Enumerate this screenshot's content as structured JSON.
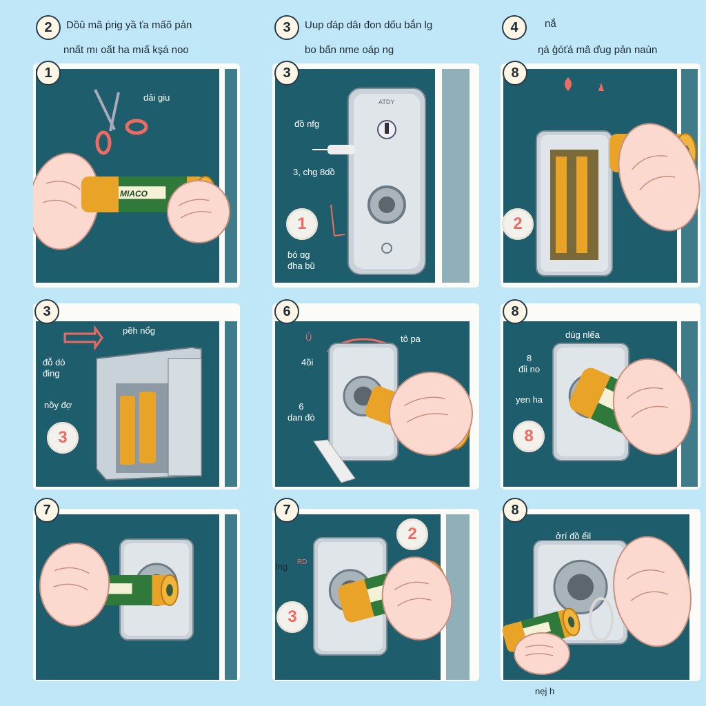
{
  "header": [
    {
      "num": "2",
      "line1": "Dồû mã ṗrig yầ ťa mấõ pản",
      "line2": "nnất mı oất ha mıấ kşá noo"
    },
    {
      "num": "3",
      "line1": "Uup ɗáp dâı đon dốu bắn lg",
      "line2": "bo bấn nme oáp ng"
    },
    {
      "num": "4",
      "line1": "nắ",
      "line2": "ŋá ģóťá mâ ďug pản naùn"
    }
  ],
  "panels": [
    {
      "badge": "1",
      "labels": [
        "dải giu"
      ],
      "brand": "MIACO"
    },
    {
      "badge": "3",
      "labels": [
        "đồ nfg",
        "3, chg 8dồ",
        "ɓó ɑg\nđha bũ"
      ],
      "circle": "1",
      "brand": "ATDY"
    },
    {
      "badge": "8",
      "labels": [],
      "circle": "2"
    },
    {
      "badge": "3",
      "labels": [
        "pềh nổg",
        "đỗ dò\nđing",
        "nồy đợ"
      ],
      "circle": "3"
    },
    {
      "badge": "6",
      "labels": [
        "tô pa",
        "Ủ",
        "4ồi",
        "6\ndan đò"
      ]
    },
    {
      "badge": "8",
      "labels": [
        "dúg nlếa",
        "8\nđỉi no",
        "yen ha"
      ],
      "circle": "8"
    },
    {
      "badge": "7",
      "labels": []
    },
    {
      "badge": "7",
      "labels": [
        "Ing",
        "RD"
      ],
      "circle": "3",
      "circle2": "2"
    },
    {
      "badge": "8",
      "labels": [
        "ởrí đồ ểil",
        "nẹj h"
      ]
    }
  ],
  "colors": {
    "background": "#bfe7f8",
    "panel": "#1e5e6c",
    "accent": "#ef6b62",
    "battery_gold": "#e9a326",
    "battery_green": "#2f7a3a"
  }
}
